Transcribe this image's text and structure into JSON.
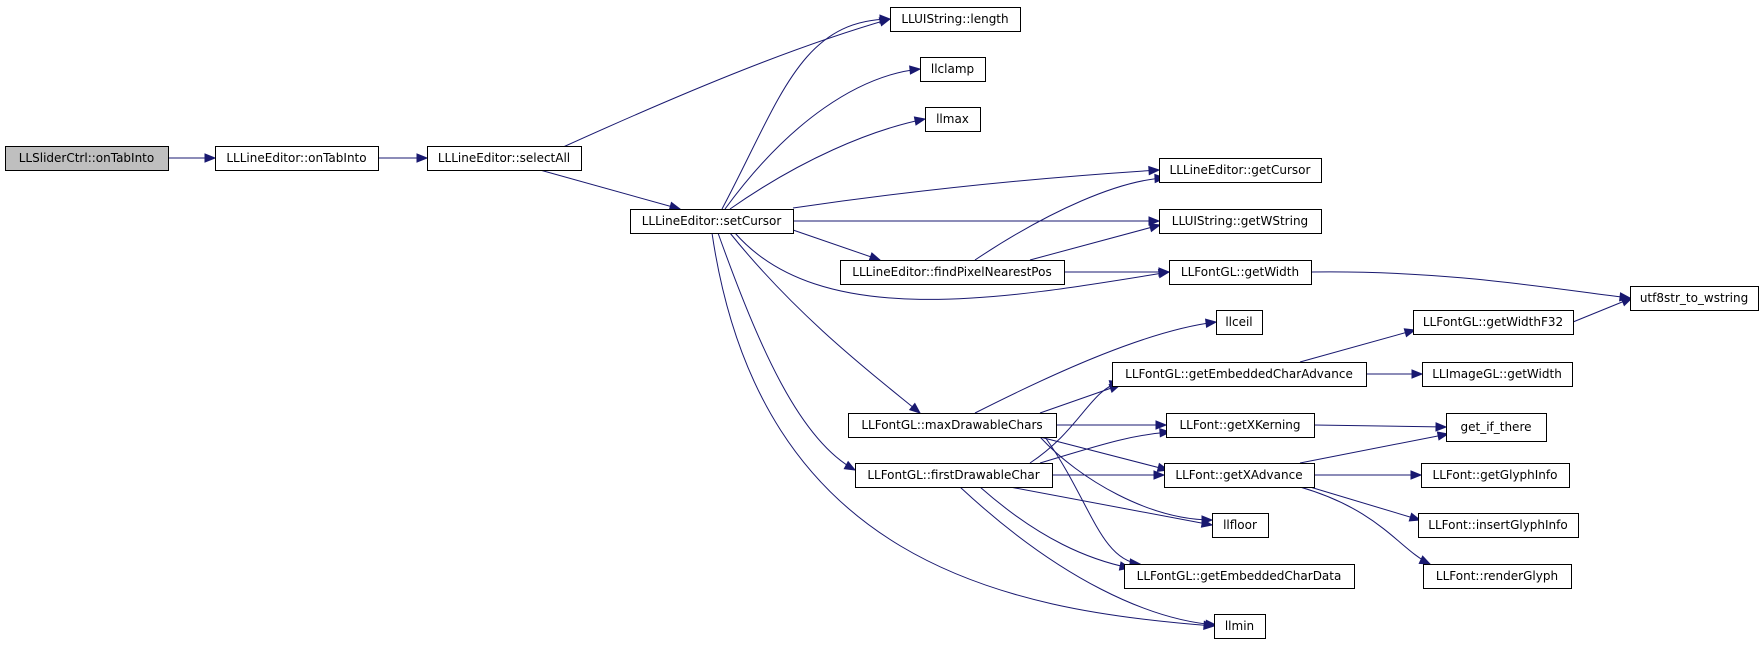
{
  "diagram": {
    "type": "call-graph",
    "colors": {
      "edge": "#191970",
      "root_fill": "#bfbfbf",
      "node_fill": "#ffffff",
      "border": "#000000"
    },
    "nodes": [
      {
        "id": "sliderOnTabInto",
        "label": "LLSliderCtrl::onTabInto",
        "root": true
      },
      {
        "id": "onTabInto",
        "label": "LLLineEditor::onTabInto"
      },
      {
        "id": "selectAll",
        "label": "LLLineEditor::selectAll"
      },
      {
        "id": "length",
        "label": "LLUIString::length"
      },
      {
        "id": "llclamp",
        "label": "llclamp"
      },
      {
        "id": "llmax",
        "label": "llmax"
      },
      {
        "id": "setCursor",
        "label": "LLLineEditor::setCursor"
      },
      {
        "id": "getCursor",
        "label": "LLLineEditor::getCursor"
      },
      {
        "id": "getWString",
        "label": "LLUIString::getWString"
      },
      {
        "id": "findPixel",
        "label": "LLLineEditor::findPixelNearestPos"
      },
      {
        "id": "getWidth",
        "label": "LLFontGL::getWidth"
      },
      {
        "id": "utf8",
        "label": "utf8str_to_wstring"
      },
      {
        "id": "llceil",
        "label": "llceil"
      },
      {
        "id": "getWidthF32",
        "label": "LLFontGL::getWidthF32"
      },
      {
        "id": "getEmbAdv",
        "label": "LLFontGL::getEmbeddedCharAdvance"
      },
      {
        "id": "imgGetWidth",
        "label": "LLImageGL::getWidth"
      },
      {
        "id": "maxDrawable",
        "label": "LLFontGL::maxDrawableChars"
      },
      {
        "id": "getXKerning",
        "label": "LLFont::getXKerning"
      },
      {
        "id": "getIfThere",
        "label": "get_if_there"
      },
      {
        "id": "firstDrawable",
        "label": "LLFontGL::firstDrawableChar"
      },
      {
        "id": "getXAdvance",
        "label": "LLFont::getXAdvance"
      },
      {
        "id": "getGlyphInfo",
        "label": "LLFont::getGlyphInfo"
      },
      {
        "id": "insertGlyphInfo",
        "label": "LLFont::insertGlyphInfo"
      },
      {
        "id": "llfloor",
        "label": "llfloor"
      },
      {
        "id": "getEmbData",
        "label": "LLFontGL::getEmbeddedCharData"
      },
      {
        "id": "renderGlyph",
        "label": "LLFont::renderGlyph"
      },
      {
        "id": "llmin",
        "label": "llmin"
      }
    ]
  }
}
